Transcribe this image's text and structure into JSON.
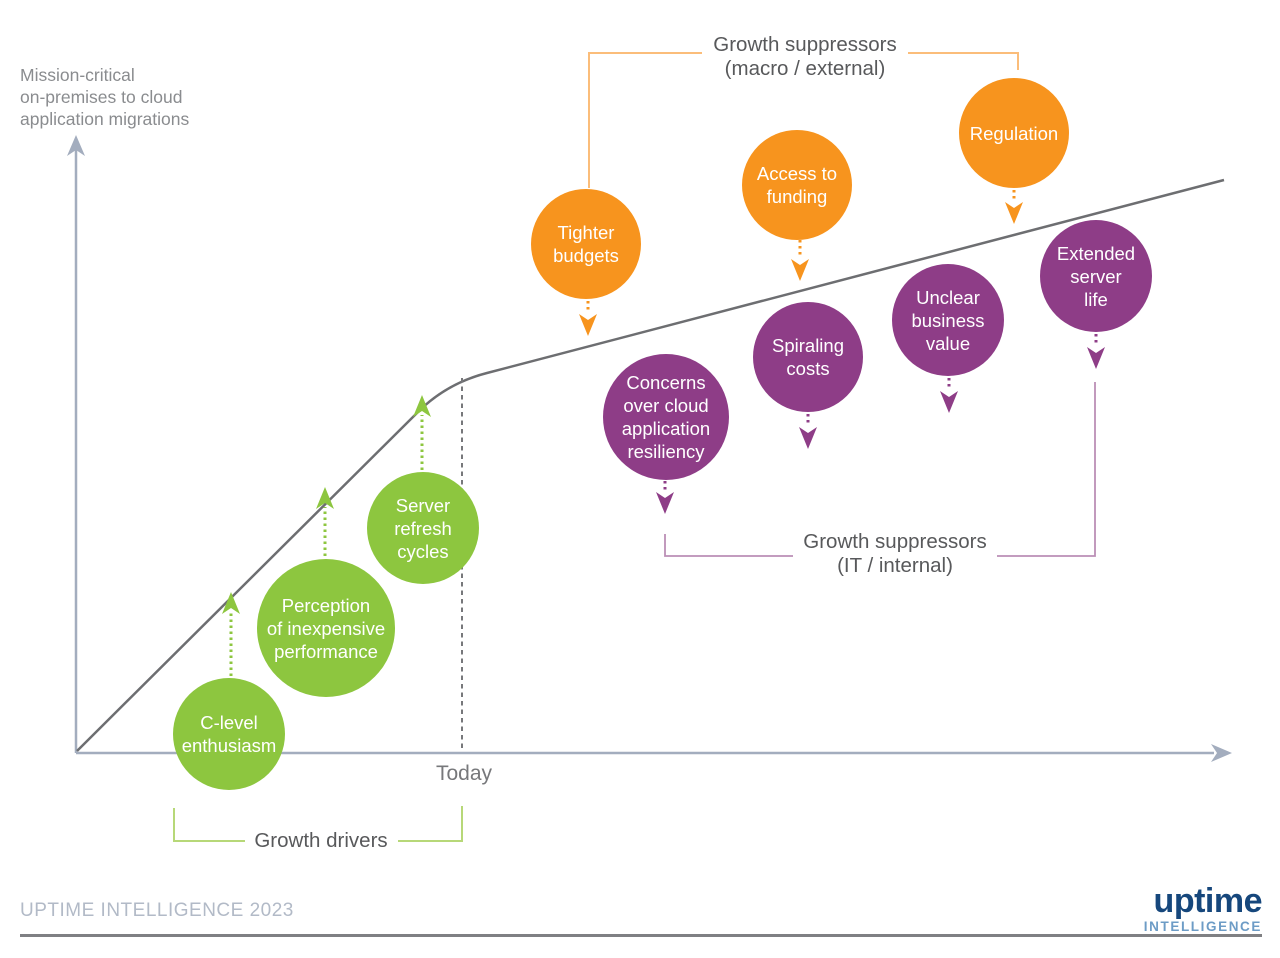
{
  "colors": {
    "driver_green": "#8dc63f",
    "suppressor_orange": "#f7941e",
    "suppressor_purple": "#8e3d87",
    "bracket_orange": "#fbbd7a",
    "bracket_purple": "#bb8fb6",
    "bracket_green": "#b7d878",
    "curve_gray": "#6d6e71",
    "axis_gray": "#a3adbe",
    "dark_gray": "#58595b",
    "mid_gray": "#77787b",
    "label_gray": "#8a8c8f",
    "footer_gray": "#b2bac7",
    "logo_navy": "#16477c",
    "logo_blue": "#6d9cc6"
  },
  "axis": {
    "y_label": "Mission-critical\non-premises to cloud\napplication migrations"
  },
  "today_label": "Today",
  "groups": {
    "drivers": {
      "label": "Growth drivers"
    },
    "macro": {
      "label": "Growth suppressors\n(macro / external)"
    },
    "internal": {
      "label": "Growth suppressors\n(IT / internal)"
    }
  },
  "bubbles": {
    "c_level": {
      "label": "C-level\nenthusiasm",
      "type": "growth driver"
    },
    "perception": {
      "label": "Perception\nof inexpensive\nperformance",
      "type": "growth driver"
    },
    "server_refresh": {
      "label": "Server\nrefresh\ncycles",
      "type": "growth driver"
    },
    "tighter_budgets": {
      "label": "Tighter\nbudgets",
      "type": "growth suppressor (macro / external)"
    },
    "access_funding": {
      "label": "Access to\nfunding",
      "type": "growth suppressor (macro / external)"
    },
    "regulation": {
      "label": "Regulation",
      "type": "growth suppressor (macro / external)"
    },
    "concerns": {
      "label": "Concerns\nover cloud\napplication\nresiliency",
      "type": "growth suppressor (IT / internal)"
    },
    "spiraling_costs": {
      "label": "Spiraling\ncosts",
      "type": "growth suppressor (IT / internal)"
    },
    "unclear_value": {
      "label": "Unclear\nbusiness\nvalue",
      "type": "growth suppressor (IT / internal)"
    },
    "extended_server": {
      "label": "Extended\nserver\nlife",
      "type": "growth suppressor (IT / internal)"
    }
  },
  "footer": {
    "credit": "UPTIME INTELLIGENCE 2023",
    "logo_word": "uptime",
    "logo_sub": "INTELLIGENCE"
  }
}
